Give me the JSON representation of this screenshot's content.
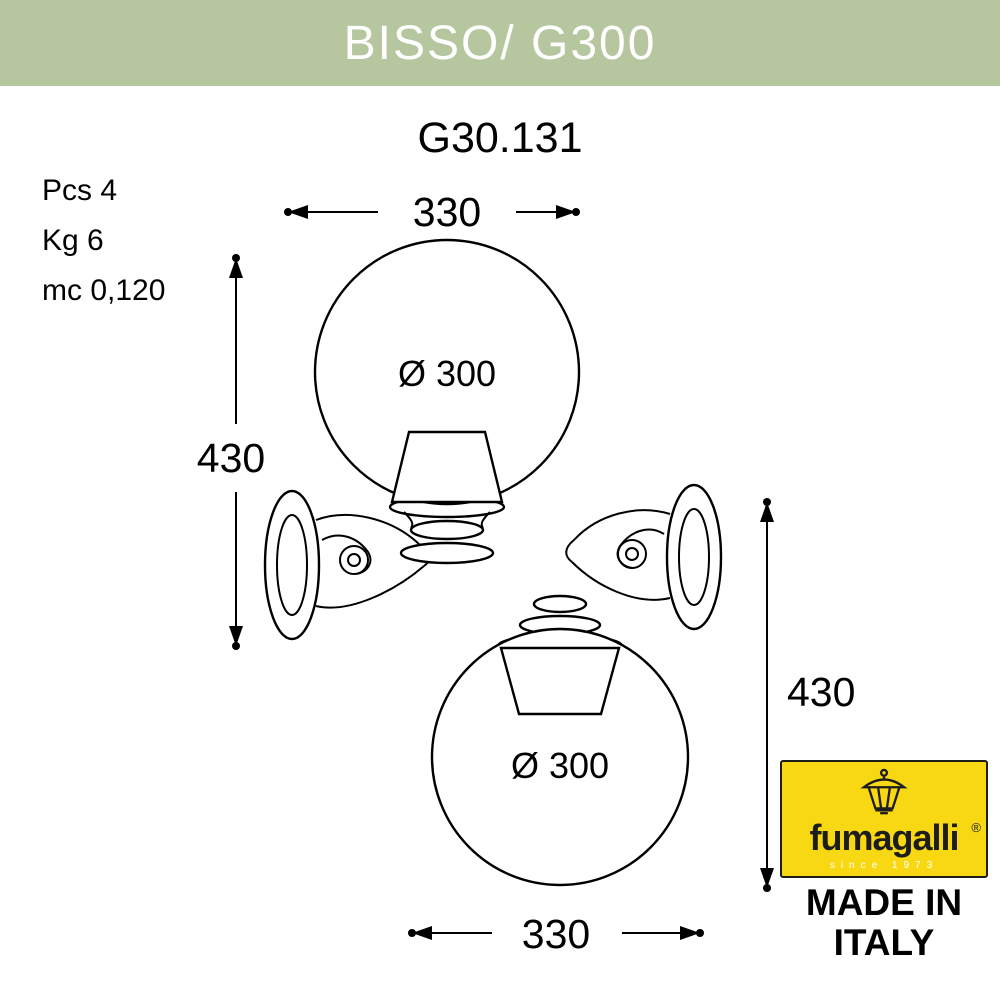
{
  "header": {
    "title": "BISSO/ G300"
  },
  "model_code": "G30.131",
  "specs": {
    "pcs": "Pcs 4",
    "kg": "Kg 6",
    "mc": "mc 0,120"
  },
  "dims": {
    "top_width": "330",
    "left_height": "430",
    "right_height": "430",
    "bottom_width": "330",
    "top_globe_diameter": "Ø 300",
    "bottom_globe_diameter": "Ø 300"
  },
  "logo": {
    "brand": "fumagalli",
    "registered": "®",
    "tagline": "since 1973",
    "made_in_line1": "MADE IN",
    "made_in_line2": "ITALY"
  },
  "colors": {
    "header_bg": "#b6c79f",
    "logo_yellow": "#f7d813",
    "line": "#000000",
    "title_text": "#ffffff"
  }
}
